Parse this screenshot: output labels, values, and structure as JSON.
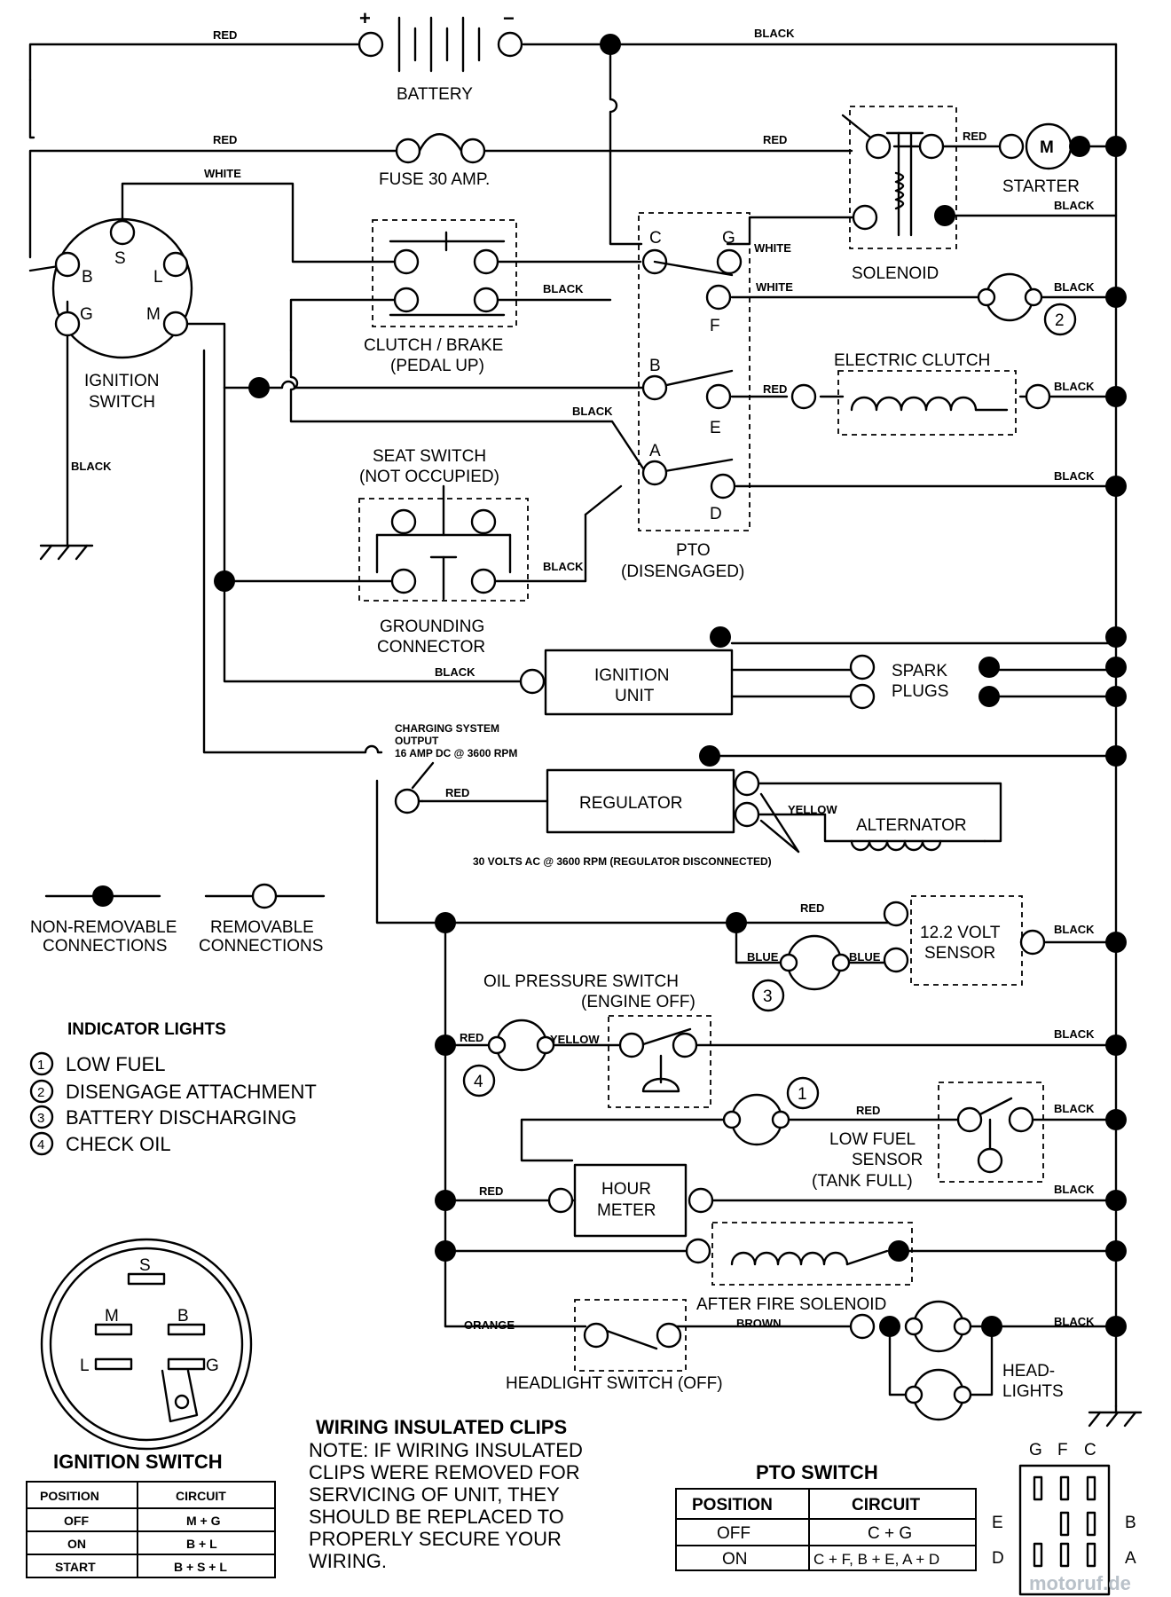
{
  "components": {
    "battery": "BATTERY",
    "battery_plus": "+",
    "battery_minus": "−",
    "fuse": "FUSE 30 AMP.",
    "starter": "STARTER",
    "starter_m": "M",
    "solenoid": "SOLENOID",
    "clutch_brake_1": "CLUTCH / BRAKE",
    "clutch_brake_2": "(PEDAL UP)",
    "ignition_switch_1": "IGNITION",
    "ignition_switch_2": "SWITCH",
    "electric_clutch": "ELECTRIC CLUTCH",
    "seat_switch_1": "SEAT SWITCH",
    "seat_switch_2": "(NOT OCCUPIED)",
    "pto_1": "PTO",
    "pto_2": "(DISENGAGED)",
    "grounding_1": "GROUNDING",
    "grounding_2": "CONNECTOR",
    "ignition_unit_1": "IGNITION",
    "ignition_unit_2": "UNIT",
    "spark_plugs_1": "SPARK",
    "spark_plugs_2": "PLUGS",
    "charging_1": "CHARGING SYSTEM",
    "charging_2": "OUTPUT",
    "charging_3": "16 AMP DC @ 3600 RPM",
    "regulator": "REGULATOR",
    "alternator": "ALTERNATOR",
    "volts_note": "30 VOLTS AC @ 3600 RPM (REGULATOR DISCONNECTED)",
    "sensor_1": "12.2 VOLT",
    "sensor_2": "SENSOR",
    "oil_1": "OIL PRESSURE SWITCH",
    "oil_2": "(ENGINE OFF)",
    "low_fuel_1": "LOW FUEL",
    "low_fuel_2": "SENSOR",
    "low_fuel_3": "(TANK FULL)",
    "hour_meter_1": "HOUR",
    "hour_meter_2": "METER",
    "after_fire": "AFTER FIRE SOLENOID",
    "headlight_switch": "HEADLIGHT SWITCH (OFF)",
    "headlights_1": "HEAD-",
    "headlights_2": "LIGHTS"
  },
  "terminals": {
    "S": "S",
    "B": "B",
    "L": "L",
    "G": "G",
    "M": "M",
    "C": "C",
    "F": "F",
    "E": "E",
    "A": "A",
    "D": "D"
  },
  "wires": {
    "red": "RED",
    "black": "BLACK",
    "white": "WHITE",
    "yellow": "YELLOW",
    "blue": "BLUE",
    "orange": "ORANGE",
    "brown": "BROWN"
  },
  "legend": {
    "non_removable_1": "NON-REMOVABLE",
    "non_removable_2": "CONNECTIONS",
    "removable_1": "REMOVABLE",
    "removable_2": "CONNECTIONS"
  },
  "indicator_lights": {
    "title": "INDICATOR LIGHTS",
    "items": [
      {
        "num": "1",
        "label": "LOW FUEL"
      },
      {
        "num": "2",
        "label": "DISENGAGE ATTACHMENT"
      },
      {
        "num": "3",
        "label": "BATTERY DISCHARGING"
      },
      {
        "num": "4",
        "label": "CHECK OIL"
      }
    ]
  },
  "ignition_table": {
    "title": "IGNITION SWITCH",
    "headers": [
      "POSITION",
      "CIRCUIT"
    ],
    "rows": [
      [
        "OFF",
        "M + G"
      ],
      [
        "ON",
        "B + L"
      ],
      [
        "START",
        "B + S + L"
      ]
    ]
  },
  "note": {
    "title": "WIRING INSULATED CLIPS",
    "lines": [
      "NOTE: IF WIRING INSULATED",
      "CLIPS WERE REMOVED FOR",
      "SERVICING OF UNIT, THEY",
      "SHOULD BE REPLACED TO",
      "PROPERLY SECURE YOUR",
      "WIRING."
    ]
  },
  "pto_table": {
    "title": "PTO SWITCH",
    "headers": [
      "POSITION",
      "CIRCUIT"
    ],
    "rows": [
      [
        "OFF",
        "C + G"
      ],
      [
        "ON",
        "C + F, B + E, A + D"
      ]
    ]
  },
  "watermark": "motoruf.de"
}
